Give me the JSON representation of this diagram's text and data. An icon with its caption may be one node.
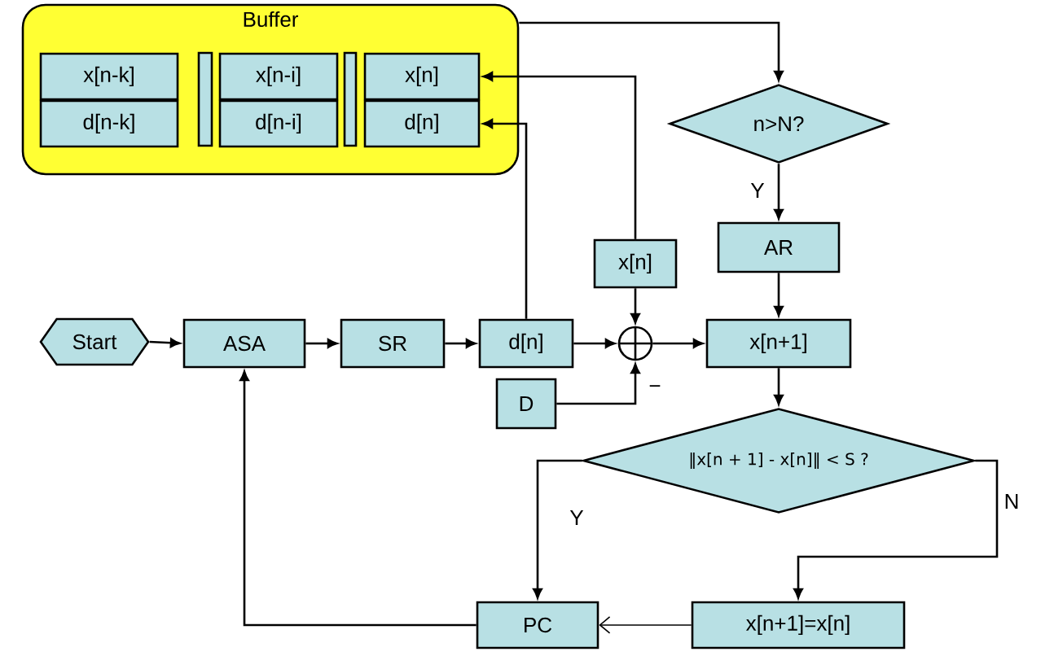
{
  "diagram": {
    "nodes": [
      {
        "text": [
          "Buffer"
        ]
      },
      {
        "text": [
          "x[n-k]"
        ],
        "in": 0
      },
      {
        "text": [
          "d[n-k]"
        ],
        "in": 0
      },
      {
        "text": [],
        "shape": "bar",
        "in": 0
      },
      {
        "text": [
          "x[n-i]"
        ],
        "in": 0
      },
      {
        "text": [
          "d[n-i]"
        ],
        "in": 0
      },
      {
        "text": [],
        "shape": "bar",
        "in": 0
      },
      {
        "text": [
          "x[n]"
        ],
        "in": 0
      },
      {
        "text": [
          "d[n]"
        ],
        "in": 0
      },
      {
        "text": [
          "n>N?"
        ]
      },
      {
        "text": [
          "AR"
        ]
      },
      {
        "text": [
          "x[n]"
        ]
      },
      {
        "text": [
          "Start"
        ]
      },
      {
        "text": [
          "ASA"
        ]
      },
      {
        "text": [
          "SR"
        ]
      },
      {
        "text": [
          "d[n]"
        ]
      },
      {
        "text": [],
        "shape": "circle"
      },
      {
        "text": [
          "D"
        ]
      },
      {
        "text": [
          "x[n+1]"
        ]
      },
      {
        "text": [
          "‖x[n + 1] - x[n]‖ < S ?"
        ]
      },
      {
        "text": [
          "PC"
        ]
      },
      {
        "text": [
          "x[n+1]=x[n]"
        ]
      }
    ],
    "edges": [
      {
        "from": 0,
        "to": 9,
        "arrow": "to"
      },
      {
        "from": 9,
        "to": 10,
        "arrow": "to",
        "label": "Y"
      },
      {
        "from": 10,
        "to": 18,
        "arrow": "to"
      },
      {
        "from": 11,
        "to": 7,
        "arrow": "to"
      },
      {
        "from": 15,
        "to": 8,
        "arrow": "to"
      },
      {
        "from": 11,
        "to": 16,
        "arrow": "to"
      },
      {
        "from": 12,
        "to": 13,
        "arrow": "to"
      },
      {
        "from": 13,
        "to": 14,
        "arrow": "to"
      },
      {
        "from": 14,
        "to": 15,
        "arrow": "to"
      },
      {
        "from": 15,
        "to": 16,
        "arrow": "to"
      },
      {
        "from": 17,
        "to": 16,
        "arrow": "to",
        "label": "−"
      },
      {
        "from": 16,
        "to": 18,
        "arrow": "to"
      },
      {
        "from": 18,
        "to": 19,
        "arrow": "to"
      },
      {
        "from": 19,
        "to": 20,
        "arrow": "to",
        "label": "Y"
      },
      {
        "from": 19,
        "to": 21,
        "arrow": "to",
        "label": "N"
      },
      {
        "from": 21,
        "to": 20,
        "arrow": "to"
      },
      {
        "from": 20,
        "to": 13,
        "arrow": "to"
      }
    ]
  }
}
